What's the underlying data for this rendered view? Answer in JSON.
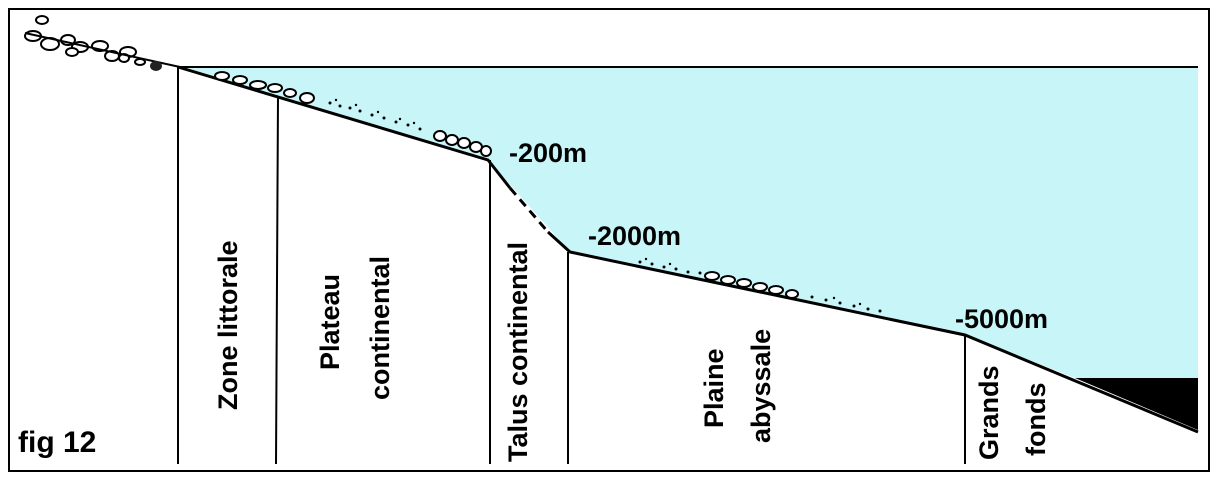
{
  "figure": {
    "label": "fig 12",
    "water_color": "#c7f5f8",
    "sediment_color": "#000000",
    "depth_markers": {
      "shelf_break": "-200m",
      "slope_foot": "-2000m",
      "plain_end": "-5000m"
    },
    "zones": {
      "littoral": "Zone littorale",
      "plateau_line1": "Plateau",
      "plateau_line2": "continental",
      "talus": "Talus continental",
      "plaine_line1": "Plaine",
      "plaine_line2": "abyssale",
      "grands_line1": "Grands",
      "grands_line2": "fonds"
    }
  }
}
